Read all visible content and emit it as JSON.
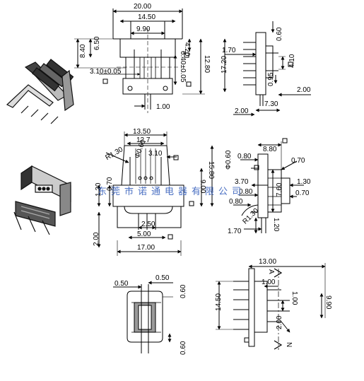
{
  "top_view": {
    "d_20_00": "20.00",
    "d_14_50": "14.50",
    "d_9_90": "9.90",
    "d_4_20": "4.20",
    "d_6_50": "6.50",
    "d_8_40": "8.40",
    "d_6_40": "6.40±0.05",
    "d_12_80": "12.80",
    "d_3_10": "3.10±0.05",
    "d_1_00": "1.00"
  },
  "top_side": {
    "d_0_60": "0.60",
    "d_1_70": "1.70",
    "d_17_20": "17.20",
    "d_4_10": "4.10",
    "d_0_95": "0.95",
    "d_2_00_right": "2.00",
    "d_7_30": "7.30",
    "d_2_00_bottom": "2.00"
  },
  "mid_front": {
    "d_13_50": "13.50",
    "d_12_7": "12.7",
    "d_r1_30": "R1.30",
    "d_phi_0_60": "Φ0.60",
    "d_3_10": "3.10",
    "d_1_20": "1.20",
    "d_0_70": "0.70",
    "d_15_80": "15.80",
    "d_9_00": "9.00",
    "d_2_50": "2.50",
    "d_5_00": "5.00",
    "d_2_00": "2.00",
    "d_17_00": "17.00"
  },
  "mid_side": {
    "d_8_80": "8.80",
    "d_phi_0_60": "Φ0.60",
    "d_0_80": "0.80",
    "d_0_70_a": "0.70",
    "d_1_30": "1.30",
    "d_3_70": "3.70",
    "d_7_60": "7.60",
    "d_0_80_b": "0.80",
    "d_0_70_b": "0.70",
    "d_0_80_c": "0.80",
    "d_r1_30": "R1.30",
    "d_1_20": "1.20",
    "d_1_70": "1.70"
  },
  "bottom_small": {
    "d_0_50_a": "0.50",
    "d_0_50_b": "0.50",
    "d_0_60_a": "0.60",
    "d_0_60_b": "0.60"
  },
  "bottom_side": {
    "d_13_00": "13.00",
    "label_a": "A",
    "d_1_00": "1.00",
    "d_14_50": "14.50",
    "d_1_00_v": "1.00",
    "d_9_90": "9.90",
    "d_2_00": "2.00",
    "label_n": "N"
  },
  "watermark": "东莞市诺通电器有限公司"
}
